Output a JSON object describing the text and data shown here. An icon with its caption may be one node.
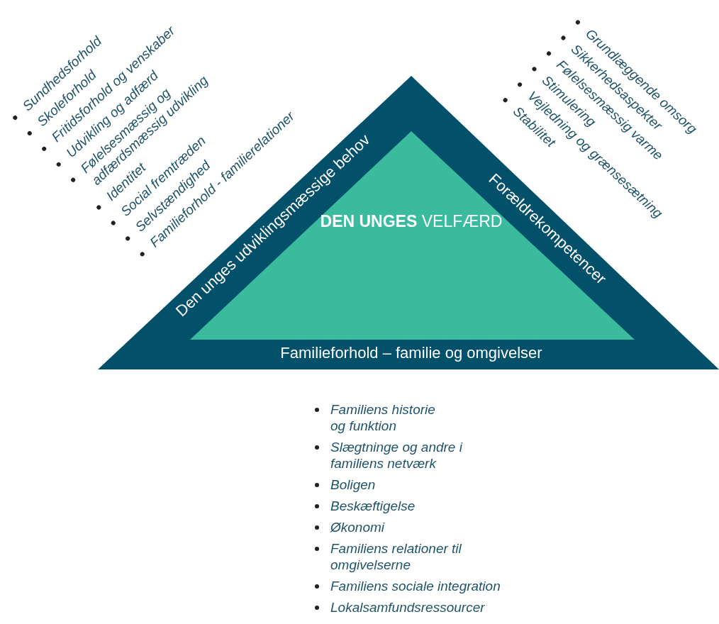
{
  "diagram": {
    "nodes": [
      {
        "text": [
          "Den unges udviklingsmæssige behov",
          "Forældrekompetencer",
          "Familieforhold – familie og omgivelser"
        ]
      },
      {
        "text": [
          "**DEN UNGES** VELFÆRD"
        ],
        "in": 0
      }
    ],
    "labels": [
      "Sundhedsforhold",
      "Skoleforhold",
      "Fritidsforhold og venskaber",
      "Udvikling og adfærd",
      "Følelsesmæssig og adfærdsmæssig udvikling",
      "Identitet",
      "Social fremtræden",
      "Selvstændighed",
      "Familieforhold - familierelationer",
      "Grundlæggende omsorg",
      "Sikkerhedsaspekter",
      "Følelsesmæssig varme",
      "Stimulering",
      "Vejledning og grænsesætning",
      "Stabilitet",
      "Familiens historie og funktion",
      "Slægtninge og andre i familiens netværk",
      "Boligen",
      "Beskæftigelse",
      "Økonomi",
      "Familiens relationer til omgivelserne",
      "Familiens sociale integration",
      "Lokalsamfundsressourcer"
    ]
  }
}
